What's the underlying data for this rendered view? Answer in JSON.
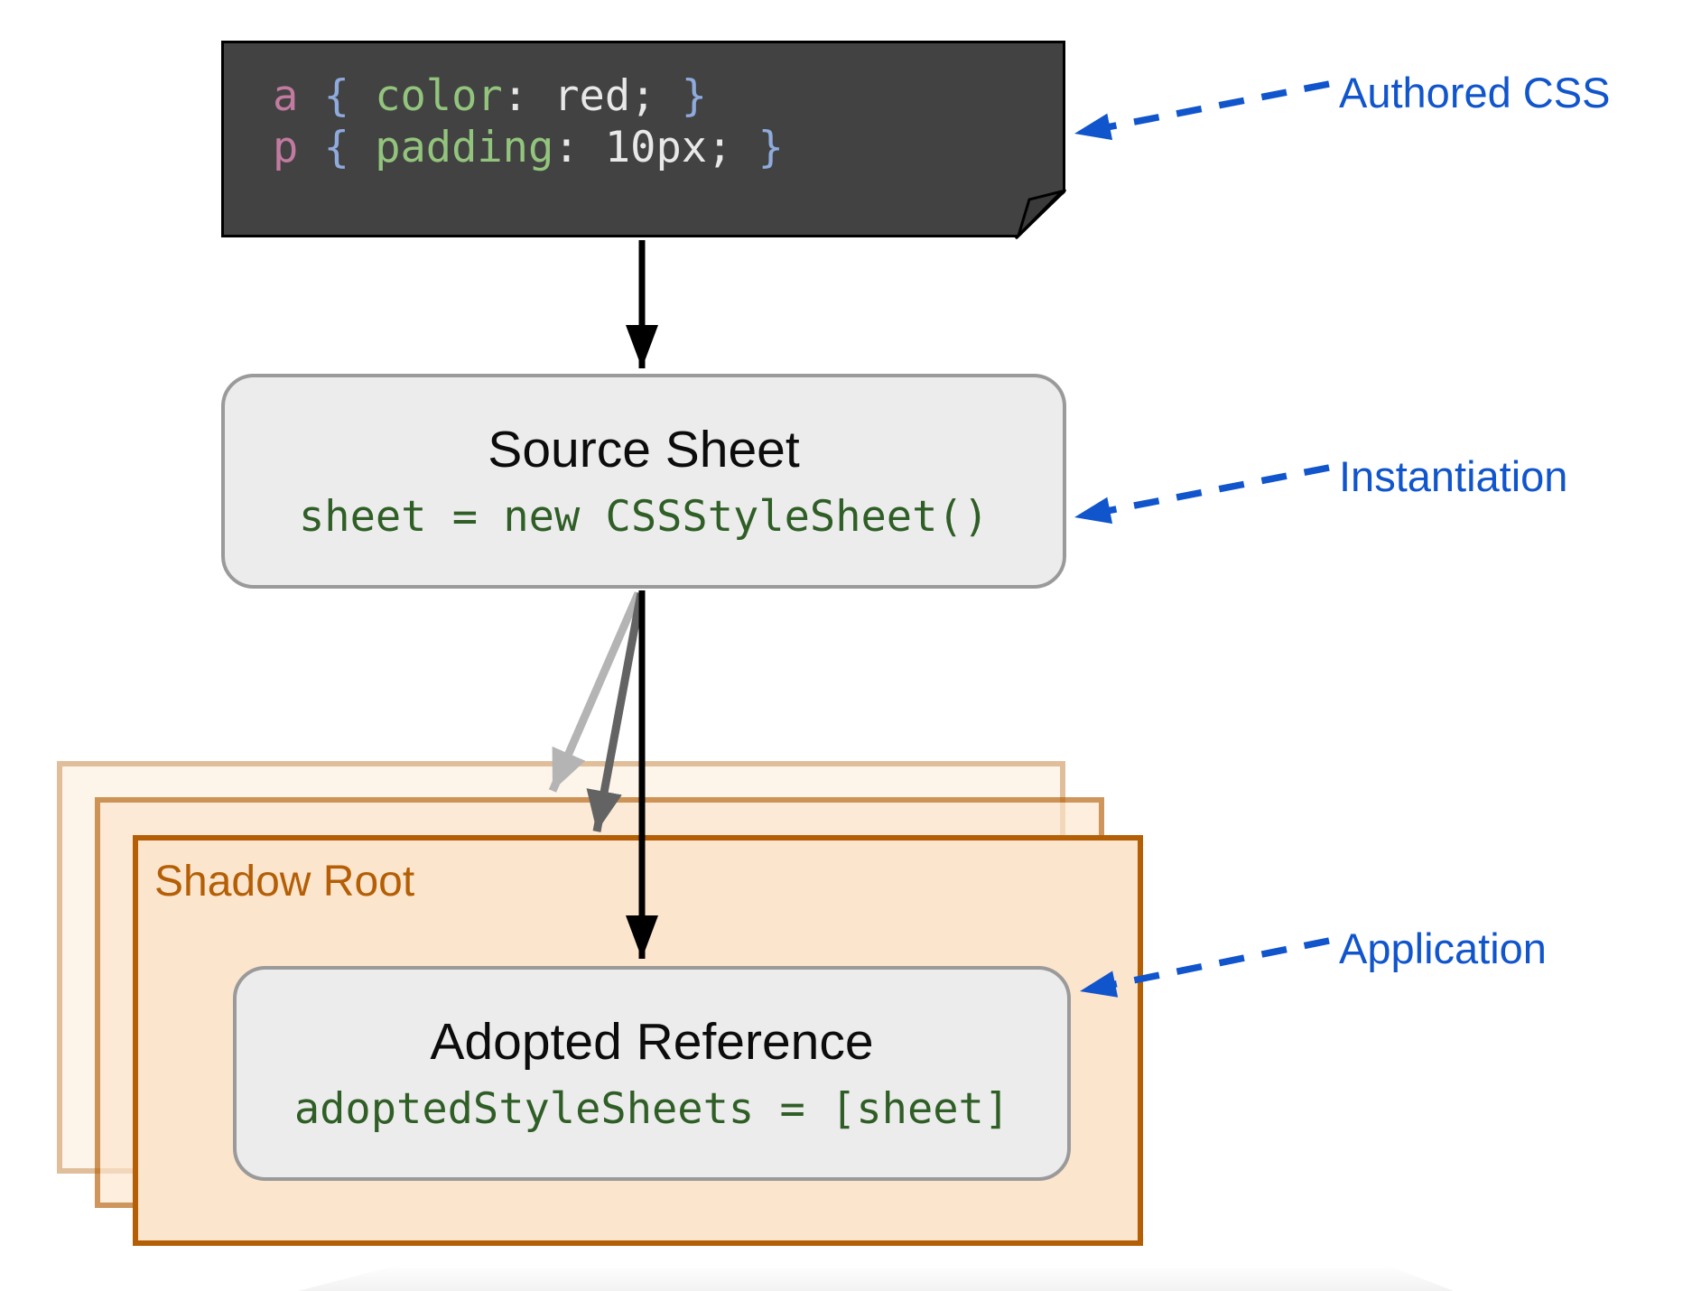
{
  "code_block": {
    "line1": {
      "selector": "a ",
      "open_brace": "{ ",
      "property": "color",
      "value": ": red; ",
      "close_brace": "}"
    },
    "line2": {
      "selector": "p ",
      "open_brace": "{ ",
      "property": "padding",
      "value": ": 10px; ",
      "close_brace": "}"
    }
  },
  "source_sheet": {
    "title": "Source Sheet",
    "code": "sheet = new CSSStyleSheet()"
  },
  "shadow_root": {
    "label": "Shadow Root"
  },
  "adopted_reference": {
    "title": "Adopted Reference",
    "code": "adoptedStyleSheets = [sheet]"
  },
  "annotations": {
    "authored": "Authored CSS",
    "instantiation": "Instantiation",
    "application": "Application"
  },
  "colors": {
    "blue": "#1155cc",
    "orange": "#b45f06",
    "orange_fill": "#fce5cd",
    "green_code": "#2f5e26",
    "code_bg": "#424242",
    "selector_pink": "#c27ba0",
    "brace_blue": "#8fabdc",
    "property_green": "#93c47d",
    "value_gray": "#e8e8e8",
    "gray_fill": "#ececec",
    "gray_border": "#9a9a9a"
  }
}
